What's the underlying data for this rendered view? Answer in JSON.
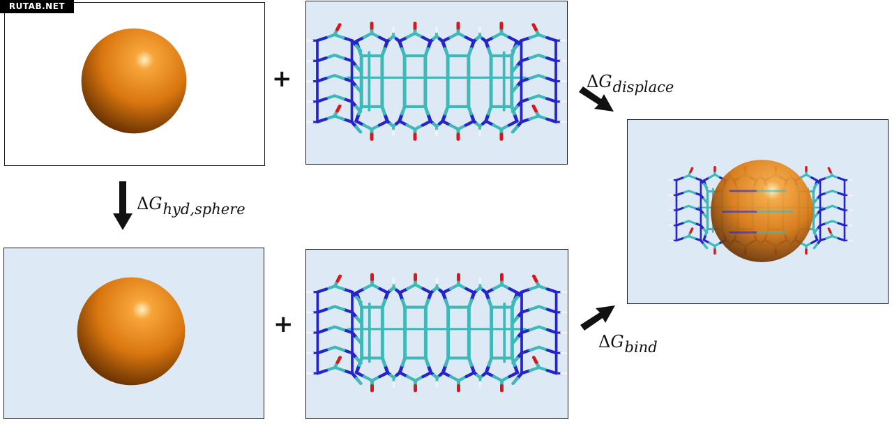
{
  "watermark": "RUTAB.NET",
  "plus_sign": "+",
  "labels": {
    "displace": {
      "delta": "Δ",
      "symbol": "G",
      "subscript": "displace"
    },
    "hyd_sphere": {
      "delta": "Δ",
      "symbol": "G",
      "subscript": "hyd,sphere"
    },
    "bind": {
      "delta": "Δ",
      "symbol": "G",
      "subscript": "bind"
    }
  },
  "colors": {
    "water_bg": "#dde9f5",
    "vacuum_bg": "#ffffff",
    "sphere": "#e07a10",
    "sphere_dark": "#6e3400",
    "carbon": "#3fb8b8",
    "nitrogen": "#2424c8",
    "oxygen": "#d81818",
    "hydrogen": "#f2f2f2",
    "arrow": "#111111"
  }
}
